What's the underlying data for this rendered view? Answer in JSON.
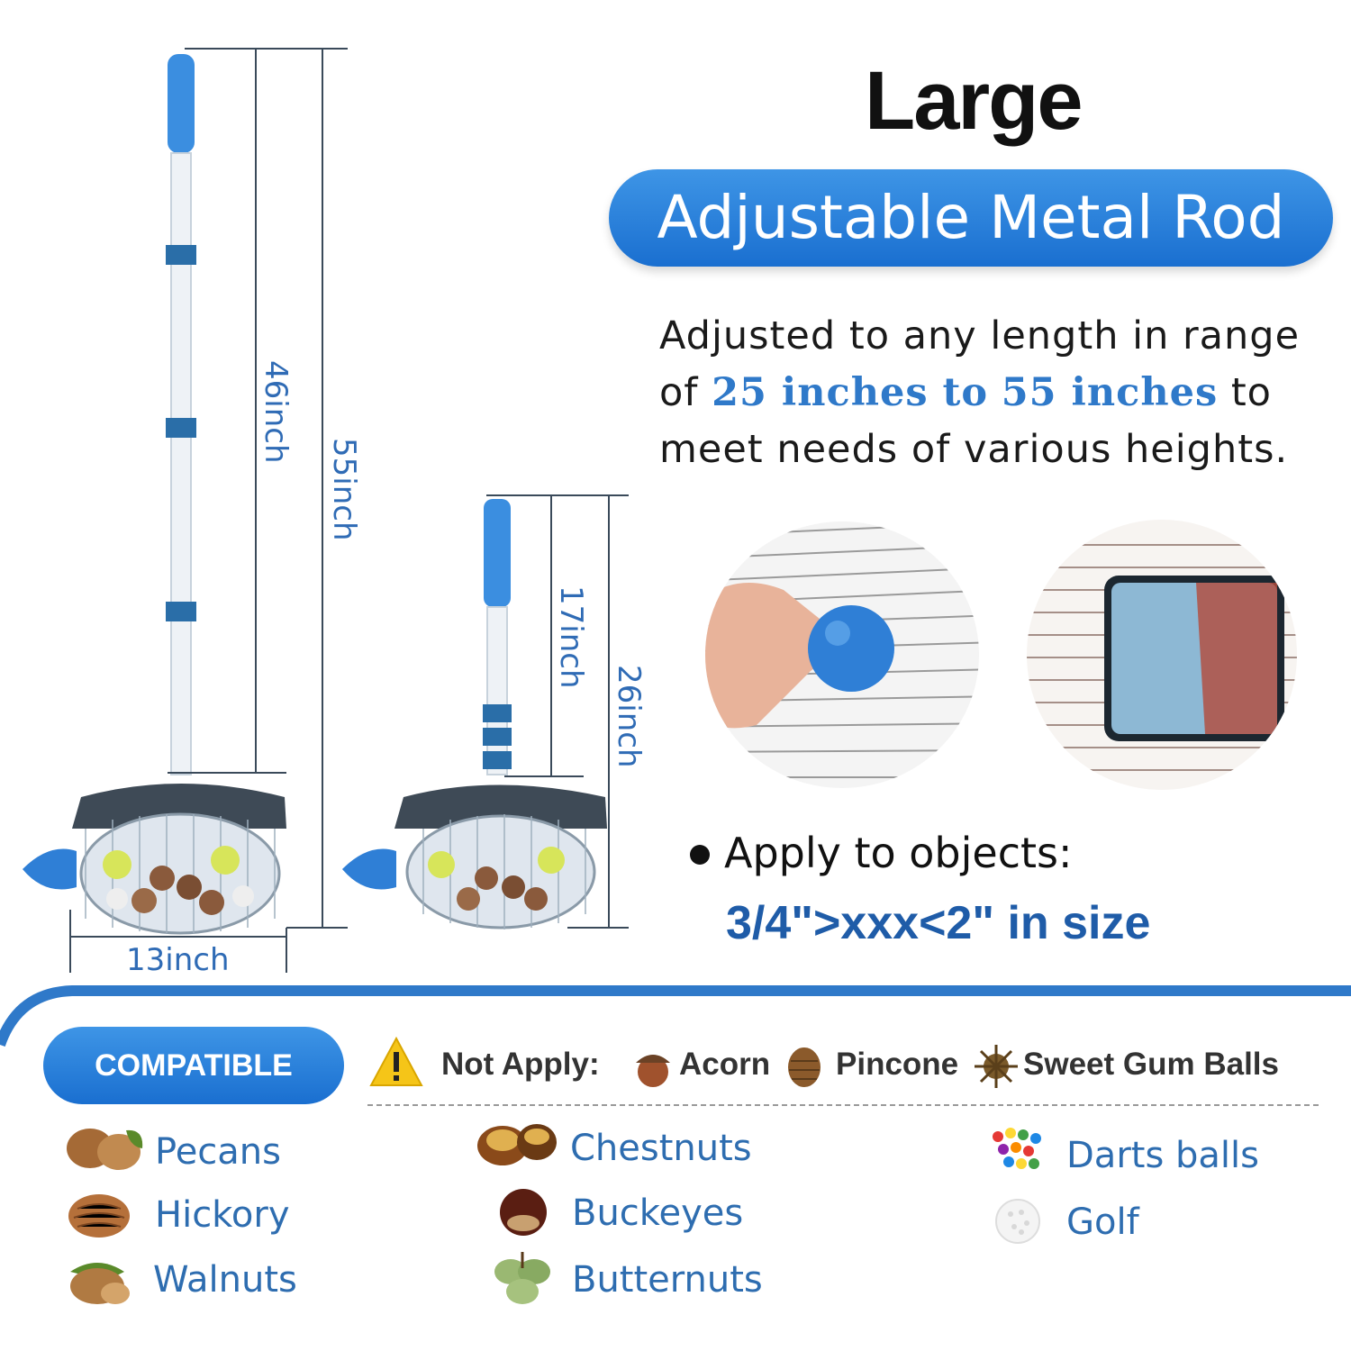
{
  "headline": {
    "title": "Large",
    "banner": "Adjustable Metal  Rod"
  },
  "description": {
    "line1": "Adjusted to any length in range",
    "line2_prefix": "of ",
    "range_low": "25 inches to",
    "range_high": "55 inches",
    "line2_suffix": " to",
    "line3": "meet needs of various heights."
  },
  "apply": {
    "label": "Apply to objects:",
    "size": "3/4\">xxx<2\" in size"
  },
  "dimensions": {
    "total_height_large": "55inch",
    "rod_height_large": "46inch",
    "width": "13inch",
    "total_height_small": "26inch",
    "rod_height_small": "17inch"
  },
  "compatible": {
    "badge": "COMPATIBLE",
    "not_apply_label": "Not Apply:",
    "not_apply_items": [
      "Acorn",
      "Pincone",
      "Sweet Gum Balls"
    ],
    "column1": [
      "Pecans",
      "Hickory",
      "Walnuts"
    ],
    "column2": [
      "Chestnuts",
      "Buckeyes",
      "Butternuts"
    ],
    "column3": [
      "Darts balls",
      "Golf"
    ]
  },
  "colors": {
    "accent_blue": "#2f79c9",
    "banner_blue": "#1a6fd0",
    "handle_blue": "#3b8ee0"
  }
}
